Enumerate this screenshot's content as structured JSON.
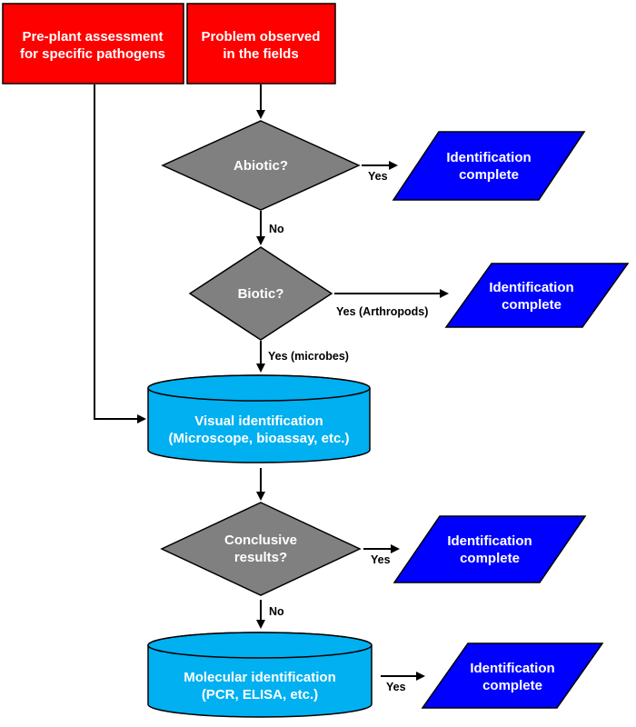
{
  "nodes": {
    "preplant": {
      "lines": [
        "Pre-plant assessment",
        "for specific pathogens"
      ]
    },
    "problem": {
      "lines": [
        "Problem observed",
        "in the fields"
      ]
    },
    "abiotic": {
      "label": "Abiotic?"
    },
    "biotic": {
      "label": "Biotic?"
    },
    "visual": {
      "lines": [
        "Visual identification",
        "(Microscope, bioassay, etc.)"
      ]
    },
    "conclusive": {
      "lines": [
        "Conclusive",
        "results?"
      ]
    },
    "molecular": {
      "lines": [
        "Molecular identification",
        "(PCR, ELISA, etc.)"
      ]
    },
    "id1": {
      "lines": [
        "Identification",
        "complete"
      ]
    },
    "id2": {
      "lines": [
        "Identification",
        "complete"
      ]
    },
    "id3": {
      "lines": [
        "Identification",
        "complete"
      ]
    },
    "id4": {
      "lines": [
        "Identification",
        "complete"
      ]
    }
  },
  "edges": {
    "abiotic_yes": "Yes",
    "abiotic_no": "No",
    "biotic_yes_arthropods": "Yes (Arthropods)",
    "biotic_yes_microbes": "Yes (microbes)",
    "conclusive_yes": "Yes",
    "conclusive_no": "No",
    "molecular_yes": "Yes"
  },
  "colors": {
    "start_box": "#ff0000",
    "decision": "#808080",
    "process": "#00b0f0",
    "result": "#0000ff",
    "stroke": "#000000"
  }
}
